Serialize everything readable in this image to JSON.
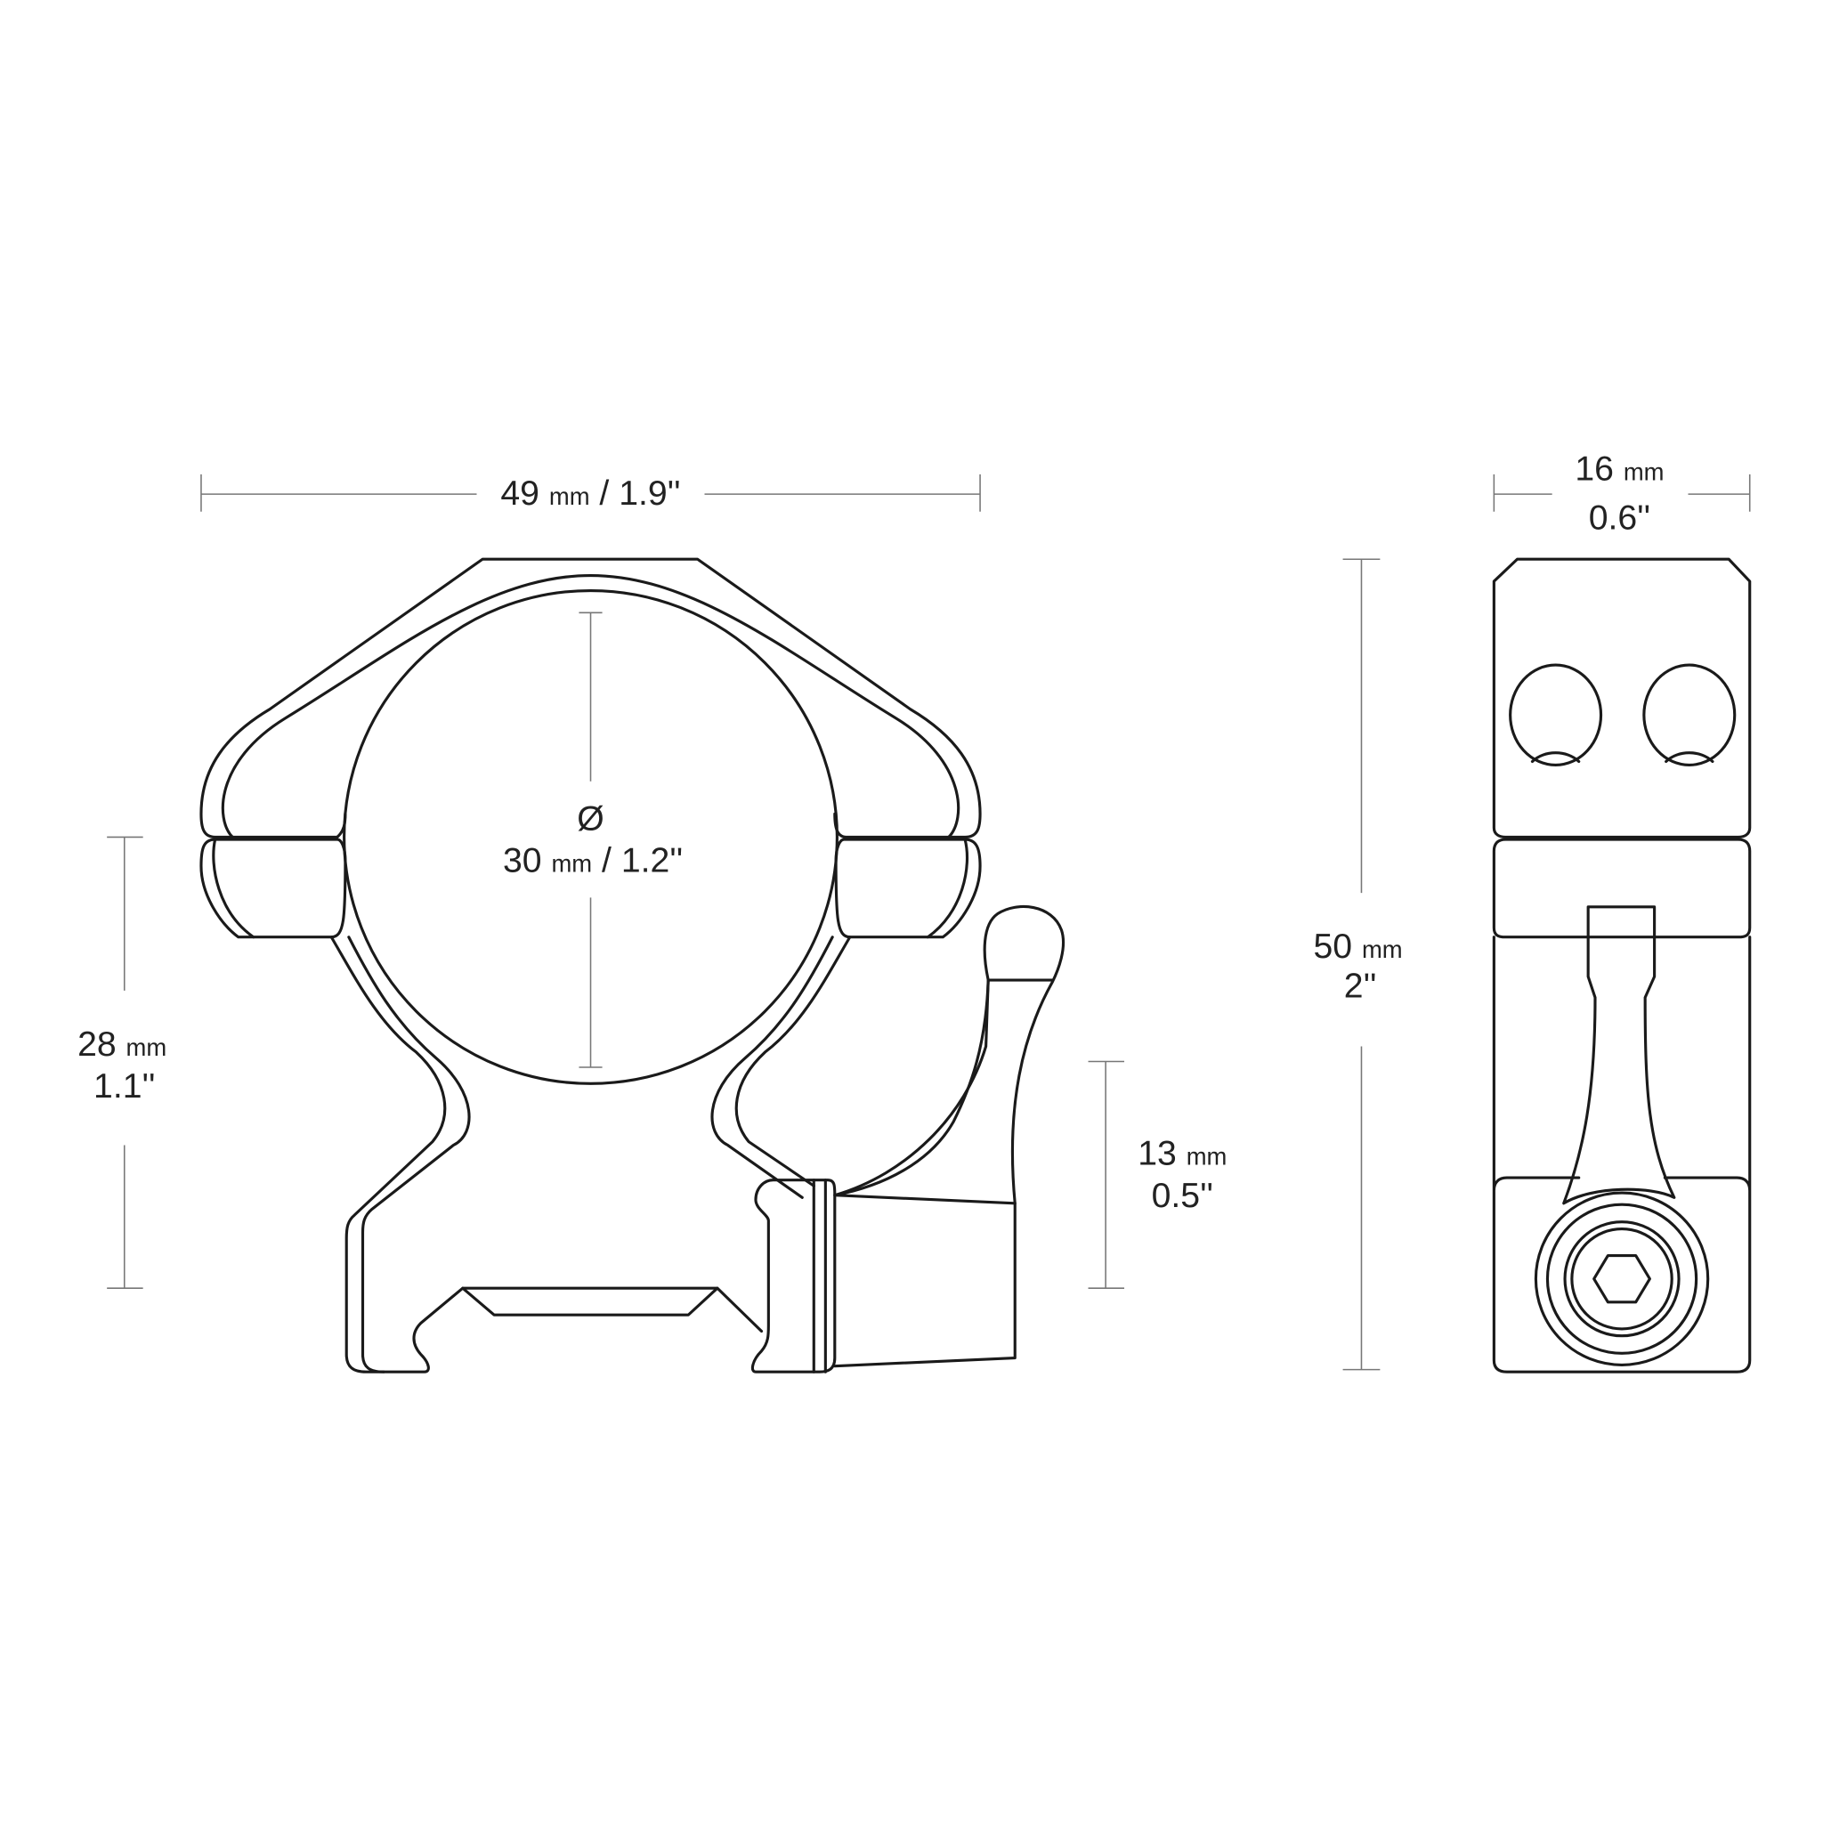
{
  "front_view": {
    "width": {
      "value": "49",
      "unit": "mm",
      "sep": "/",
      "imperial": "1.9''"
    },
    "diameter": {
      "symbol": "Ø",
      "value": "30",
      "unit": "mm",
      "sep": "/",
      "imperial": "1.2''"
    },
    "height_to_center": {
      "value": "28",
      "unit": "mm",
      "imperial": "1.1''"
    },
    "base_height": {
      "value": "13",
      "unit": "mm",
      "imperial": "0.5''"
    }
  },
  "side_view": {
    "width": {
      "value": "16",
      "unit": "mm",
      "imperial": "0.6''"
    },
    "height": {
      "value": "50",
      "unit": "mm",
      "imperial": "2''"
    }
  }
}
